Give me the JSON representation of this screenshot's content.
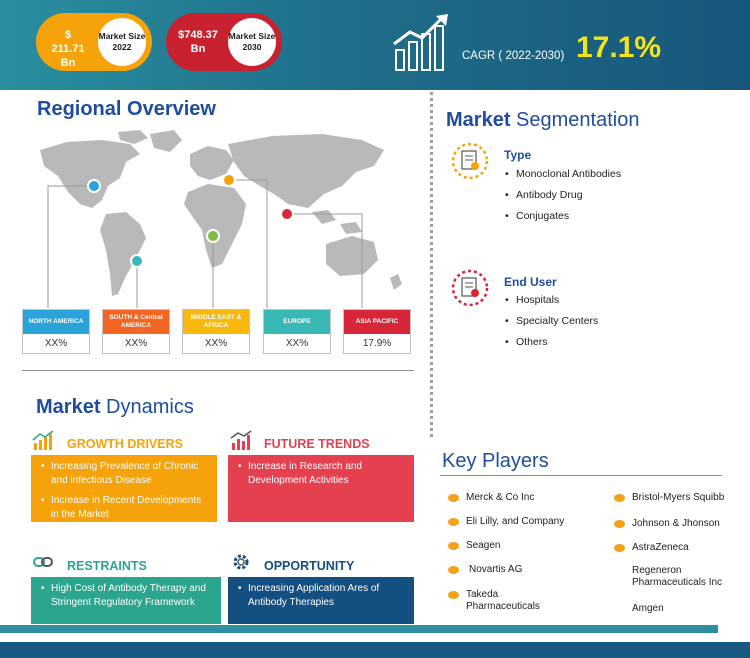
{
  "header": {
    "market_2022": {
      "value": "$ 211.71 Bn",
      "label": "Market Size 2022"
    },
    "market_2030": {
      "value": "$748.37 Bn",
      "label": "Market Size 2030"
    },
    "cagr_label": "CAGR ( 2022-2030)",
    "cagr_value": "17.1%"
  },
  "regional": {
    "title_bold": "Regional Overview",
    "regions": [
      {
        "name": "NORTH AMERICA",
        "value": "XX%",
        "color": "#29a3d8"
      },
      {
        "name": "SOUTH & Central AMERICA",
        "value": "XX%",
        "color": "#f26522"
      },
      {
        "name": "MIDDLE EAST & AFRICA",
        "value": "XX%",
        "color": "#f9b80e"
      },
      {
        "name": "EUROPE",
        "value": "XX%",
        "color": "#39b8b6"
      },
      {
        "name": "ASIA PACIFIC",
        "value": "17.9%",
        "color": "#d72638"
      }
    ]
  },
  "segmentation": {
    "title_bold": "Market",
    "title_rest": " Segmentation",
    "type": {
      "heading": "Type",
      "items": [
        "Monoclonal Antibodies",
        "Antibody Drug",
        "Conjugates"
      ]
    },
    "end_user": {
      "heading": "End User",
      "items": [
        "Hospitals",
        "Specialty Centers",
        "Others"
      ]
    }
  },
  "dynamics": {
    "title_bold": "Market",
    "title_rest": " Dynamics",
    "growth": {
      "heading": "GROWTH DRIVERS",
      "items": [
        "Increasing Prevalence of Chronic and infectious Disease",
        "Increase in Recent Developments in the Market"
      ],
      "color": "#f5a20b"
    },
    "trends": {
      "heading": "FUTURE TRENDS",
      "items": [
        "Increase in Research and Development Activities"
      ],
      "color": "#e5404f"
    },
    "restraints": {
      "heading": "RESTRAINTS",
      "items": [
        "High Cost of Antibody Therapy and Stringent Regulatory Framework"
      ],
      "color": "#2ba58e"
    },
    "opportunity": {
      "heading": "OPPORTUNITY",
      "items": [
        "Increasing Application Ares of Antibody Therapies"
      ],
      "color": "#134f80"
    }
  },
  "key_players": {
    "title": "Key Players",
    "left": [
      "Merck & Co Inc",
      "Eli Lilly, and Company",
      "Seagen",
      "Novartis AG",
      "Takeda Pharmaceuticals"
    ],
    "right": [
      "Bristol-Myers Squibb",
      "Johnson & Jhonson",
      "AstraZeneca",
      "Regeneron Pharmaceuticals Inc",
      "Amgen"
    ]
  }
}
